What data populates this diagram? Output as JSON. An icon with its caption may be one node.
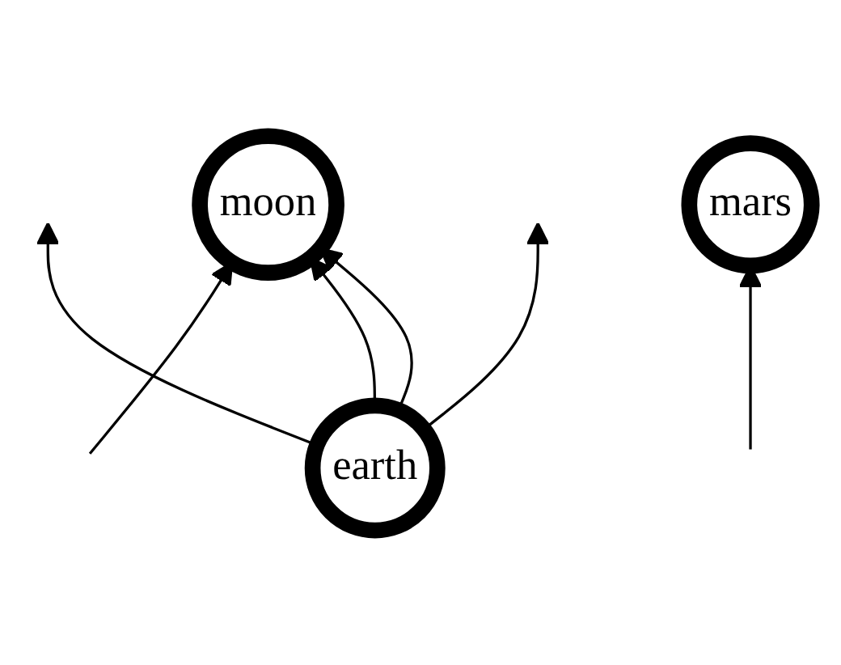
{
  "diagram": {
    "nodes": [
      {
        "text": [
          "moon"
        ]
      },
      {
        "text": [
          "mars"
        ]
      },
      {
        "text": [
          "earth"
        ]
      }
    ],
    "edges": [
      {
        "from": 2,
        "to": null,
        "arrow": "to"
      },
      {
        "from": null,
        "to": 0,
        "arrow": "to"
      },
      {
        "from": 2,
        "to": 0,
        "arrow": "to"
      },
      {
        "from": 2,
        "to": 0,
        "arrow": "to"
      },
      {
        "from": 2,
        "to": null,
        "arrow": "to"
      },
      {
        "from": null,
        "to": 1,
        "arrow": "to"
      }
    ]
  }
}
